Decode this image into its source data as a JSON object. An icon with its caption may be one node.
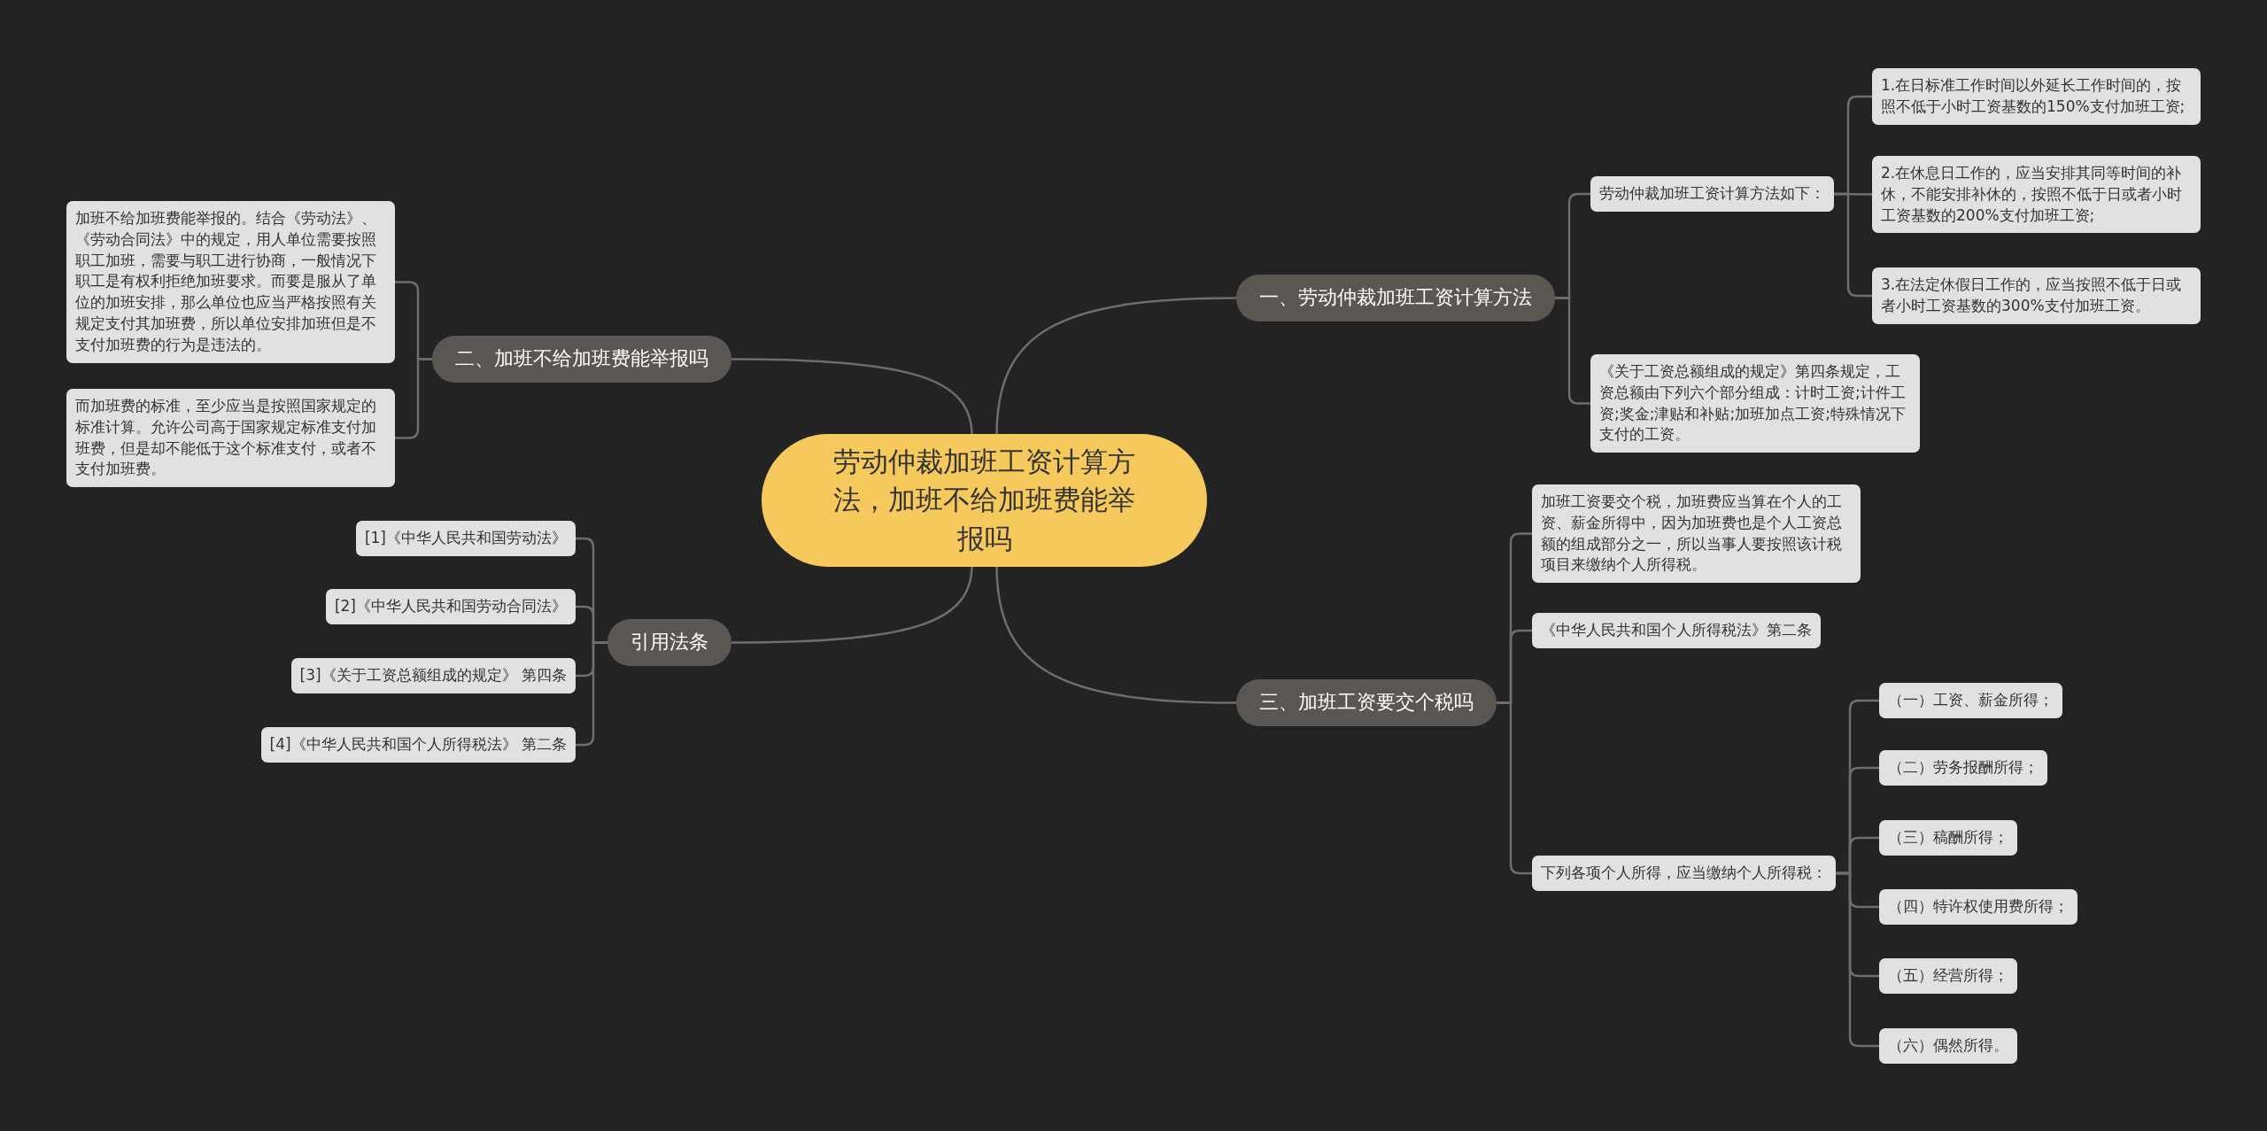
{
  "diagram": {
    "nodes": [
      {
        "text": [
          "劳动仲裁加班工资计算方法，加班不给加班费能举报吗"
        ]
      },
      {
        "text": [
          "一、劳动仲裁加班工资计算方法"
        ]
      },
      {
        "text": [
          "劳动仲裁加班工资计算方法如下："
        ]
      },
      {
        "text": [
          "1.在日标准工作时间以外延长工作时间的，按照不低于小时工资基数的150%支付加班工资;"
        ]
      },
      {
        "text": [
          "2.在休息日工作的，应当安排其同等时间的补休，不能安排补休的，按照不低于日或者小时工资基数的200%支付加班工资;"
        ]
      },
      {
        "text": [
          "3.在法定休假日工作的，应当按照不低于日或者小时工资基数的300%支付加班工资。"
        ]
      },
      {
        "text": [
          "《关于工资总额组成的规定》第四条规定，工资总额由下列六个部分组成：计时工资;计件工资;奖金;津贴和补贴;加班加点工资;特殊情况下支付的工资。"
        ]
      },
      {
        "text": [
          "二、加班不给加班费能举报吗"
        ]
      },
      {
        "text": [
          "加班不给加班费能举报的。结合《劳动法》、《劳动合同法》中的规定，用人单位需要按照职工加班，需要与职工进行协商，一般情况下职工是有权利拒绝加班要求。而要是服从了单位的加班安排，那么单位也应当严格按照有关规定支付其加班费，所以单位安排加班但是不支付加班费的行为是违法的。"
        ]
      },
      {
        "text": [
          "而加班费的标准，至少应当是按照国家规定的标准计算。允许公司高于国家规定标准支付加班费，但是却不能低于这个标准支付，或者不支付加班费。"
        ]
      },
      {
        "text": [
          "三、加班工资要交个税吗"
        ]
      },
      {
        "text": [
          "加班工资要交个税，加班费应当算在个人的工资、薪金所得中，因为加班费也是个人工资总额的组成部分之一，所以当事人要按照该计税项目来缴纳个人所得税。"
        ]
      },
      {
        "text": [
          "《中华人民共和国个人所得税法》第二条"
        ]
      },
      {
        "text": [
          "下列各项个人所得，应当缴纳个人所得税："
        ]
      },
      {
        "text": [
          "（一）工资、薪金所得；"
        ]
      },
      {
        "text": [
          "（二）劳务报酬所得；"
        ]
      },
      {
        "text": [
          "（三）稿酬所得；"
        ]
      },
      {
        "text": [
          "（四）特许权使用费所得；"
        ]
      },
      {
        "text": [
          "（五）经营所得；"
        ]
      },
      {
        "text": [
          "（六）偶然所得。"
        ]
      },
      {
        "text": [
          "引用法条"
        ]
      },
      {
        "text": [
          "[1]《中华人民共和国劳动法》"
        ]
      },
      {
        "text": [
          "[2]《中华人民共和国劳动合同法》"
        ]
      },
      {
        "text": [
          "[3]《关于工资总额组成的规定》 第四条"
        ]
      },
      {
        "text": [
          "[4]《中华人民共和国个人所得税法》 第二条"
        ]
      }
    ],
    "edges": [
      {
        "from": 0,
        "to": 1,
        "arrow": "none"
      },
      {
        "from": 1,
        "to": 2,
        "arrow": "none"
      },
      {
        "from": 2,
        "to": 3,
        "arrow": "none"
      },
      {
        "from": 2,
        "to": 4,
        "arrow": "none"
      },
      {
        "from": 2,
        "to": 5,
        "arrow": "none"
      },
      {
        "from": 1,
        "to": 6,
        "arrow": "none"
      },
      {
        "from": 0,
        "to": 7,
        "arrow": "none"
      },
      {
        "from": 7,
        "to": 8,
        "arrow": "none"
      },
      {
        "from": 7,
        "to": 9,
        "arrow": "none"
      },
      {
        "from": 0,
        "to": 10,
        "arrow": "none"
      },
      {
        "from": 10,
        "to": 11,
        "arrow": "none"
      },
      {
        "from": 10,
        "to": 12,
        "arrow": "none"
      },
      {
        "from": 10,
        "to": 13,
        "arrow": "none"
      },
      {
        "from": 13,
        "to": 14,
        "arrow": "none"
      },
      {
        "from": 13,
        "to": 15,
        "arrow": "none"
      },
      {
        "from": 13,
        "to": 16,
        "arrow": "none"
      },
      {
        "from": 13,
        "to": 17,
        "arrow": "none"
      },
      {
        "from": 13,
        "to": 18,
        "arrow": "none"
      },
      {
        "from": 13,
        "to": 19,
        "arrow": "none"
      },
      {
        "from": 0,
        "to": 20,
        "arrow": "none"
      },
      {
        "from": 20,
        "to": 21,
        "arrow": "none"
      },
      {
        "from": 20,
        "to": 22,
        "arrow": "none"
      },
      {
        "from": 20,
        "to": 23,
        "arrow": "none"
      },
      {
        "from": 20,
        "to": 24,
        "arrow": "none"
      }
    ]
  }
}
